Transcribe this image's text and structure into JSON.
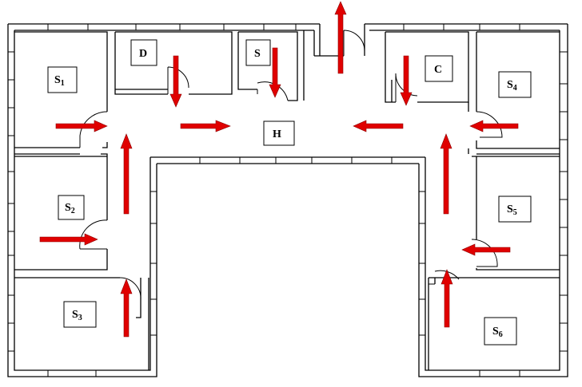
{
  "diagram": {
    "colors": {
      "wall": "#000000",
      "arrow": "#e00000",
      "arrow_edge": "#8a0000",
      "background": "#ffffff"
    },
    "rooms": [
      {
        "id": "S1",
        "label": "S",
        "sub": "1"
      },
      {
        "id": "S2",
        "label": "S",
        "sub": "2"
      },
      {
        "id": "S3",
        "label": "S",
        "sub": "3"
      },
      {
        "id": "S4",
        "label": "S",
        "sub": "4"
      },
      {
        "id": "S5",
        "label": "S",
        "sub": "5"
      },
      {
        "id": "S6",
        "label": "S",
        "sub": "6"
      },
      {
        "id": "D",
        "label": "D",
        "sub": ""
      },
      {
        "id": "S",
        "label": "S",
        "sub": ""
      },
      {
        "id": "C",
        "label": "C",
        "sub": ""
      },
      {
        "id": "H",
        "label": "H",
        "sub": ""
      }
    ],
    "arrows": [
      {
        "id": "exit-top",
        "direction": "up"
      },
      {
        "id": "from-d",
        "direction": "down"
      },
      {
        "id": "from-s",
        "direction": "down"
      },
      {
        "id": "from-c",
        "direction": "down"
      },
      {
        "id": "from-s1",
        "direction": "right"
      },
      {
        "id": "hall-left",
        "direction": "right"
      },
      {
        "id": "hall-right",
        "direction": "left"
      },
      {
        "id": "from-s4",
        "direction": "left"
      },
      {
        "id": "left-corridor",
        "direction": "up"
      },
      {
        "id": "right-corridor",
        "direction": "up"
      },
      {
        "id": "from-s2",
        "direction": "right"
      },
      {
        "id": "from-s5",
        "direction": "left"
      },
      {
        "id": "from-s3",
        "direction": "up"
      },
      {
        "id": "from-s6",
        "direction": "up"
      }
    ]
  }
}
